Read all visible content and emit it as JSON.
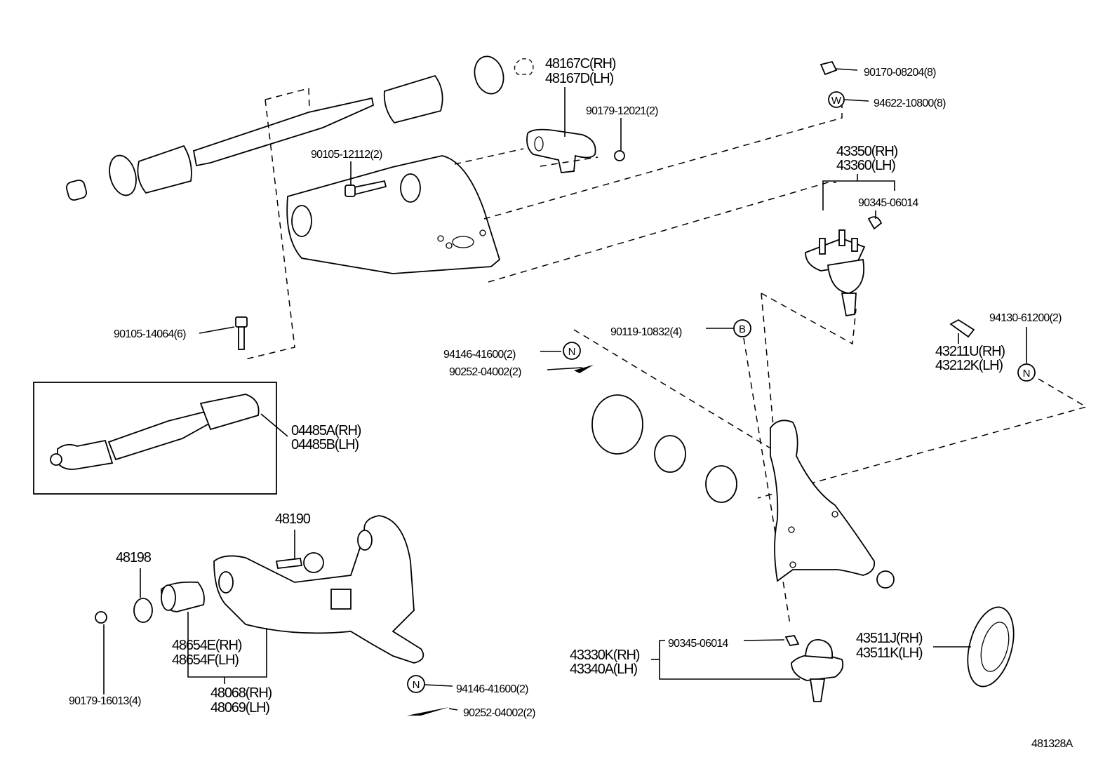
{
  "diagram": {
    "figure_id": "481328A",
    "symbols": {
      "washer": "W",
      "nut": "N",
      "bolt": "B"
    },
    "labels": {
      "upper_arm_bushing": [
        "48167C(RH)",
        "48167D(LH)"
      ],
      "nut_upper": "90179-12021(2)",
      "nut_ball_joint": "90170-08204(8)",
      "washer": "94622-10800(8)",
      "upper_ball_joint": [
        "43350(RH)",
        "43360(LH)"
      ],
      "grease_fitting_upper": "90345-06014",
      "bolt_upper_arm": "90105-12112(2)",
      "bolt_bracket": "90105-14064(6)",
      "nut_left": "94146-41600(2)",
      "cotter_left": "90252-04002(2)",
      "bolt_b": "90119-10832(4)",
      "nut_right": "94130-61200(2)",
      "stopper": [
        "43211U(RH)",
        "43212K(LH)"
      ],
      "upper_arm_assy": [
        "04485A(RH)",
        "04485B(LH)"
      ],
      "cam_bolt": "48190",
      "cam_plate": "48198",
      "lower_bushing": [
        "48654E(RH)",
        "48654F(LH)"
      ],
      "lower_arm": [
        "48068(RH)",
        "48069(LH)"
      ],
      "nut_lower": "90179-16013(4)",
      "nut_bottom": "94146-41600(2)",
      "cotter_bottom": "90252-04002(2)",
      "grease_fitting_lower": "90345-06014",
      "lower_ball_joint": [
        "43330K(RH)",
        "43340A(LH)"
      ],
      "dust_seal": [
        "43511J(RH)",
        "43511K(LH)"
      ]
    }
  }
}
